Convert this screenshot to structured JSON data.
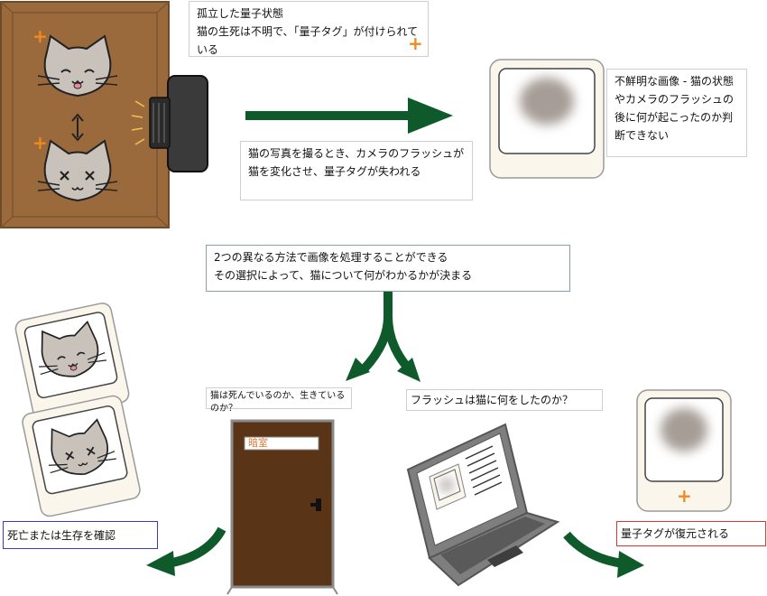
{
  "captions": {
    "isolated_title": "孤立した量子状態",
    "isolated_body": "猫の生死は不明で、「量子タグ」が付けられている",
    "flash_text": "猫の写真を撮るとき、カメラのフラッシュが猫を変化させ、量子タグが失われる",
    "blurry_text": "不鮮明な画像 - 猫の状態やカメラのフラッシュの後に何が起こったのか判断できない",
    "process_line1": "2つの異なる方法で画像を処理することができる",
    "process_line2": "その選択によって、猫について何がわかるかが決まる",
    "dead_or_alive": "猫は死んでいるのか、生きているのか？",
    "what_flash_did": "フラッシュは猫に何をしたのか？",
    "confirm_text": "死亡または生存を確認",
    "restored_text": "量子タグが復元される",
    "darkroom_sign": "暗室"
  },
  "colors": {
    "arrow_green": "#0e5a2a",
    "box_brown": "#9a6a3c",
    "door_brown": "#5a3416",
    "plus_orange": "#f08a1e",
    "cat_gray": "#c9c2bb",
    "border_blue": "#3a3ad0",
    "border_red": "#e23232"
  },
  "icons": [
    "cat-alive-icon",
    "cat-dead-icon",
    "camera-icon",
    "blurry-photo-icon",
    "darkroom-door-icon",
    "laptop-icon",
    "quantum-plus-icon"
  ]
}
